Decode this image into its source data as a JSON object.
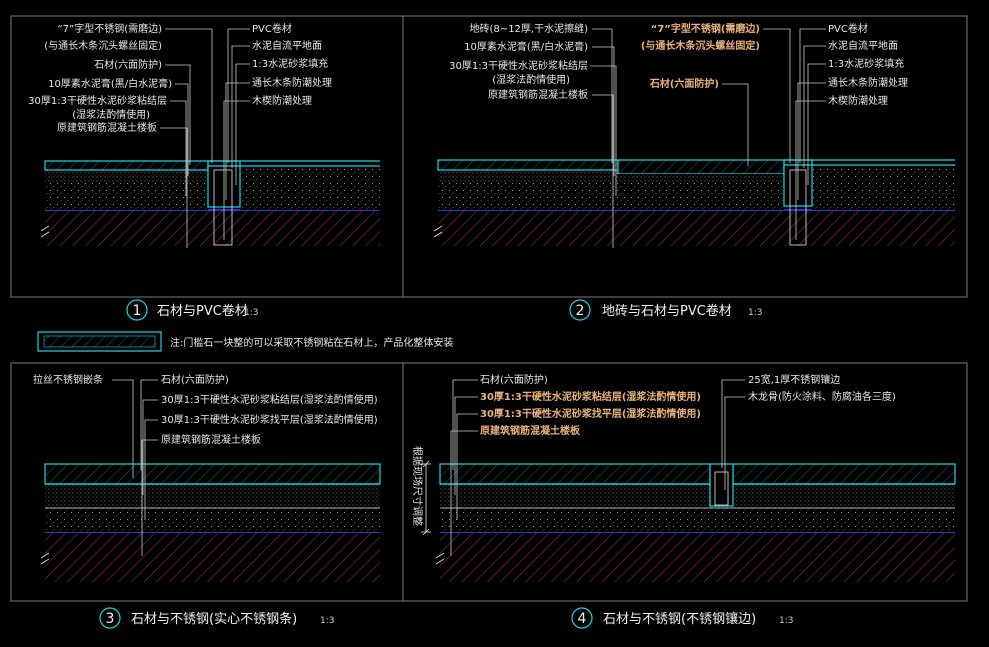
{
  "colors": {
    "background": "#000000",
    "cyan": "#17d6e6",
    "blue_line": "#2f2fd8",
    "hatch": "#c9305a",
    "label": "#e6e6e6",
    "highlight_label": "#e7b27a",
    "frame": "#7a7a7a"
  },
  "panel1": {
    "number": "1",
    "title": "石材与PVC卷材",
    "scale": "1:3",
    "left_labels": [
      "“7”字型不锈钢(需磨边)",
      "(与通长木条沉头螺丝固定)",
      "石材(六面防护)",
      "10厚素水泥膏(黑/白水泥膏)",
      "30厚1:3干硬性水泥砂浆粘结层",
      "(湿浆法酌情使用)",
      "原建筑钢筋混凝土楼板"
    ],
    "right_labels": [
      "PVC卷材",
      "水泥自流平地面",
      "1:3水泥砂浆填充",
      "通长木条防潮处理",
      "木楔防潮处理"
    ]
  },
  "panel2": {
    "number": "2",
    "title": "地砖与石材与PVC卷材",
    "scale": "1:3",
    "left_labels": [
      "地砖(8~12厚,干水泥擦缝)",
      "10厚素水泥膏(黑/白水泥膏)",
      "30厚1:3干硬性水泥砂浆粘结层",
      "(湿浆法酌情使用)",
      "原建筑钢筋混凝土楼板"
    ],
    "middle_labels": [
      "“7”字型不锈钢(需磨边)",
      "(与通长木条沉头螺丝固定)",
      "石材(六面防护)"
    ],
    "right_labels": [
      "PVC卷材",
      "水泥自流平地面",
      "1:3水泥砂浆填充",
      "通长木条防潮处理",
      "木楔防潮处理"
    ]
  },
  "note": {
    "text": "注:门槛石一块整的可以采取不锈钢粘在石材上，产品化整体安装"
  },
  "panel3": {
    "number": "3",
    "title": "石材与不锈钢(实心不锈钢条)",
    "scale": "1:3",
    "left_labels": [
      "拉丝不锈钢嵌条"
    ],
    "right_labels": [
      "石材(六面防护)",
      "30厚1:3干硬性水泥砂浆粘结层(湿浆法酌情使用)",
      "30厚1:3干硬性水泥砂浆找平层(湿浆法酌情使用)",
      "原建筑钢筋混凝土楼板"
    ]
  },
  "panel4": {
    "number": "4",
    "title": "石材与不锈钢(不锈钢镶边)",
    "scale": "1:3",
    "left_labels": [
      "石材(六面防护)",
      "30厚1:3干硬性水泥砂浆粘结层(湿浆法酌情使用)",
      "30厚1:3干硬性水泥砂浆找平层(湿浆法酌情使用)",
      "原建筑钢筋混凝土楼板"
    ],
    "right_labels": [
      "25宽,1厚不锈钢镶边",
      "木龙骨(防火涂料、防腐油各三度)"
    ],
    "side_label": "根据现场尺寸调整"
  }
}
